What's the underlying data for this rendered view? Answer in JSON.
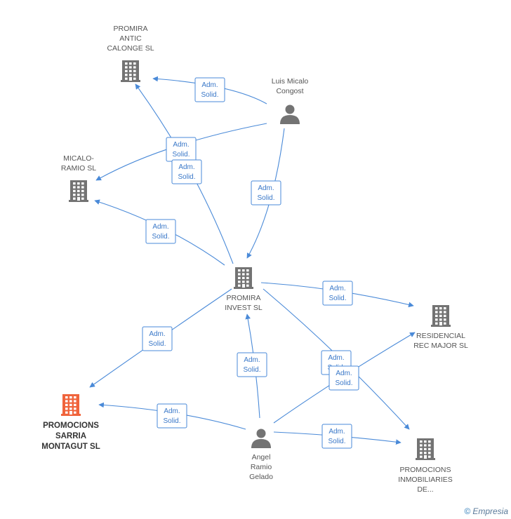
{
  "colors": {
    "edge": "#4a8ad8",
    "building": "#737373",
    "building_highlight": "#f0643c",
    "person": "#737373"
  },
  "nodes": [
    {
      "id": "promira-antic",
      "type": "company",
      "icon": "building-icon",
      "label": [
        "PROMIRA",
        "ANTIC",
        "CALONGE SL"
      ]
    },
    {
      "id": "luis-micalo",
      "type": "person",
      "icon": "person-icon",
      "label": [
        "Luis Micalo",
        "Congost"
      ]
    },
    {
      "id": "micalo-ramio",
      "type": "company",
      "icon": "building-icon",
      "label": [
        "MICALO-",
        "RAMIO SL"
      ]
    },
    {
      "id": "promira-invest",
      "type": "company",
      "icon": "building-icon",
      "label": [
        "PROMIRA",
        "INVEST SL"
      ]
    },
    {
      "id": "residencial-rec",
      "type": "company",
      "icon": "building-icon",
      "label": [
        "RESIDENCIAL",
        "REC MAJOR SL"
      ]
    },
    {
      "id": "promocions-sarria",
      "type": "company",
      "icon": "building-icon",
      "highlight": true,
      "label": [
        "PROMOCIONS",
        "SARRIA",
        "MONTAGUT SL"
      ]
    },
    {
      "id": "angel-ramio",
      "type": "person",
      "icon": "person-icon",
      "label": [
        "Angel",
        "Ramio",
        "Gelado"
      ]
    },
    {
      "id": "promocions-inmob",
      "type": "company",
      "icon": "building-icon",
      "label": [
        "PROMOCIONS",
        "INMOBILIARIES",
        "DE..."
      ]
    }
  ],
  "edges": [
    {
      "from": "luis-micalo",
      "to": "promira-antic",
      "label": [
        "Adm.",
        "Solid."
      ]
    },
    {
      "from": "luis-micalo",
      "to": "micalo-ramio",
      "label": [
        "Adm.",
        "Solid."
      ]
    },
    {
      "from": "luis-micalo",
      "to": "promira-invest",
      "label": [
        "Adm.",
        "Solid."
      ]
    },
    {
      "from": "promira-invest",
      "to": "promira-antic",
      "label": [
        "Adm.",
        "Solid."
      ]
    },
    {
      "from": "promira-invest",
      "to": "micalo-ramio",
      "label": [
        "Adm.",
        "Solid."
      ]
    },
    {
      "from": "promira-invest",
      "to": "residencial-rec",
      "label": [
        "Adm.",
        "Solid."
      ]
    },
    {
      "from": "promira-invest",
      "to": "promocions-sarria",
      "label": [
        "Adm.",
        "Solid."
      ]
    },
    {
      "from": "promira-invest",
      "to": "promocions-inmob",
      "label": [
        "Adm.",
        "Solid."
      ]
    },
    {
      "from": "angel-ramio",
      "to": "promira-invest",
      "label": [
        "Adm.",
        "Solid."
      ]
    },
    {
      "from": "angel-ramio",
      "to": "promocions-sarria",
      "label": [
        "Adm.",
        "Solid."
      ]
    },
    {
      "from": "angel-ramio",
      "to": "residencial-rec",
      "label": [
        "Adm.",
        "Solid."
      ]
    },
    {
      "from": "angel-ramio",
      "to": "promocions-inmob",
      "label": [
        "Adm.",
        "Solid."
      ]
    }
  ],
  "footer": {
    "copyright": "©",
    "brand": "Empresia"
  }
}
